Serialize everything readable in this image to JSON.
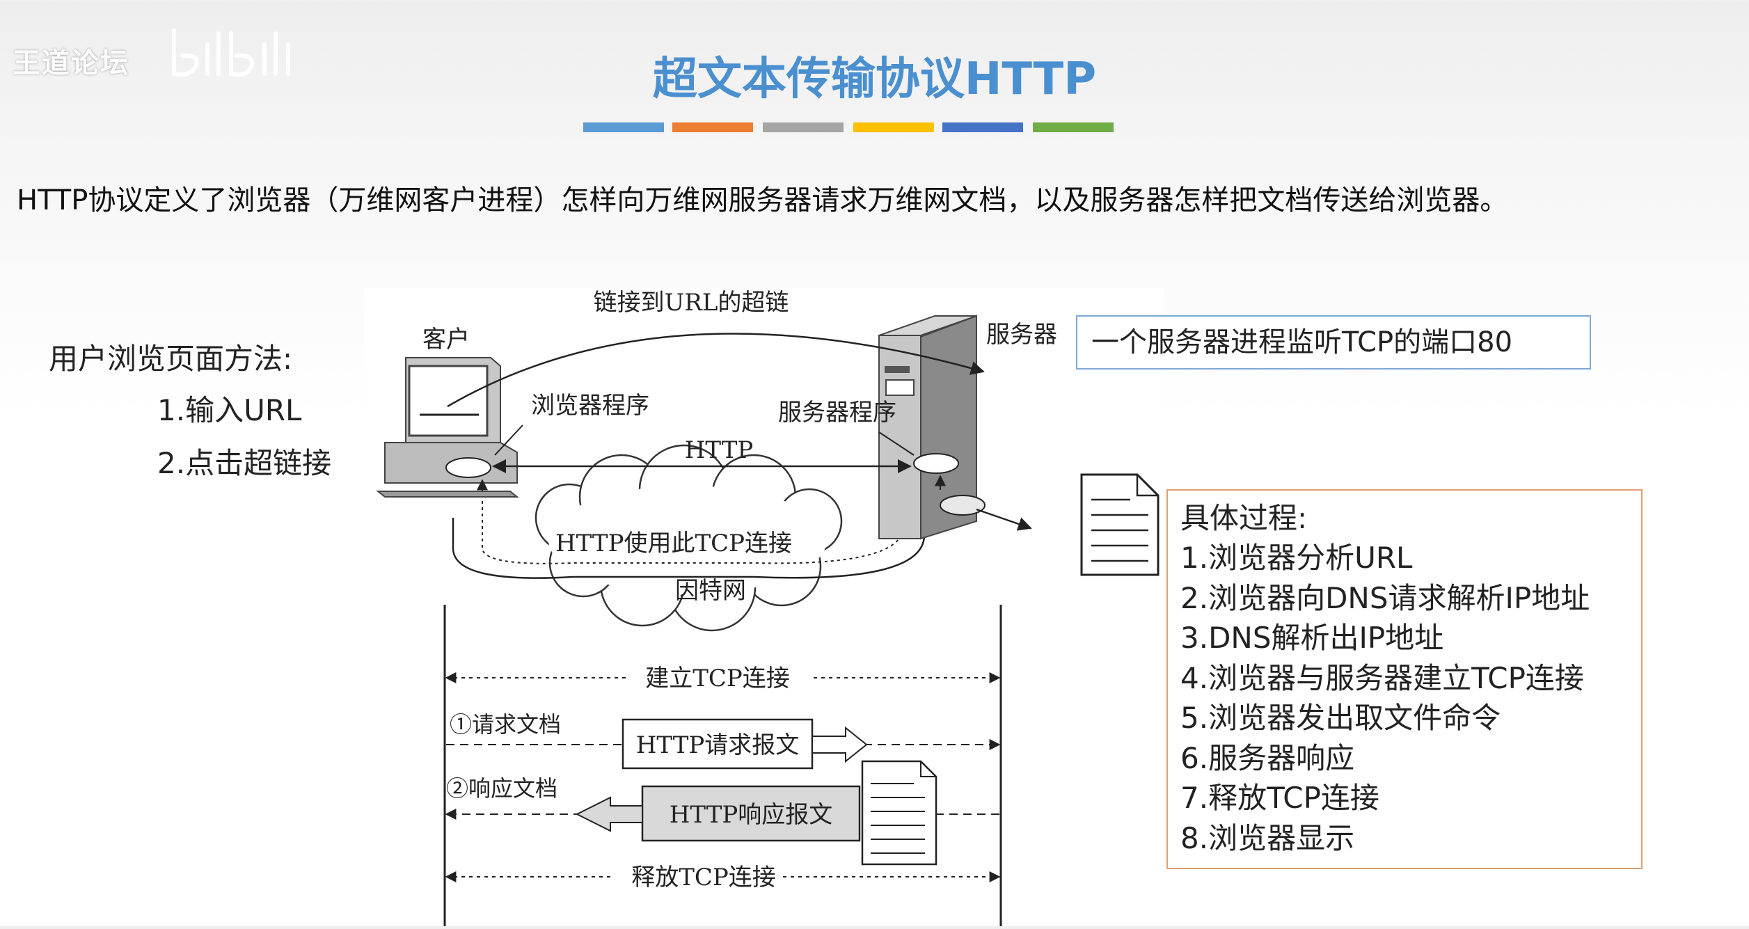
{
  "watermark": "王道论坛",
  "title": "超文本传输协议HTTP",
  "title_bar_colors": [
    "#5b9bd5",
    "#ed7d31",
    "#a5a5a5",
    "#ffc000",
    "#4472c4",
    "#70ad47"
  ],
  "intro": "HTTP协议定义了浏览器（万维网客户进程）怎样向万维网服务器请求万维网文档，以及服务器怎样把文档传送给浏览器。",
  "methods": {
    "heading": "用户浏览页面方法:",
    "items": [
      "1.输入URL",
      "2.点击超链接"
    ]
  },
  "diagram": {
    "client_label": "客户",
    "server_label": "服务器",
    "hyperlink_label": "链接到URL的超链",
    "browser_program": "浏览器程序",
    "server_program": "服务器程序",
    "http_label": "HTTP",
    "tcp_label": "HTTP使用此TCP连接",
    "internet_label": "因特网",
    "establish_tcp": "建立TCP连接",
    "request_doc": "①请求文档",
    "request_msg": "HTTP请求报文",
    "response_doc": "②响应文档",
    "response_msg": "HTTP响应报文",
    "release_tcp": "释放TCP连接"
  },
  "callout": "一个服务器进程监听TCP的端口80",
  "process": {
    "title": "具体过程:",
    "steps": [
      "1.浏览器分析URL",
      "2.浏览器向DNS请求解析IP地址",
      "3.DNS解析出IP地址",
      "4.浏览器与服务器建立TCP连接",
      "5.浏览器发出取文件命令",
      "6.服务器响应",
      "7.释放TCP连接",
      "8.浏览器显示"
    ]
  }
}
